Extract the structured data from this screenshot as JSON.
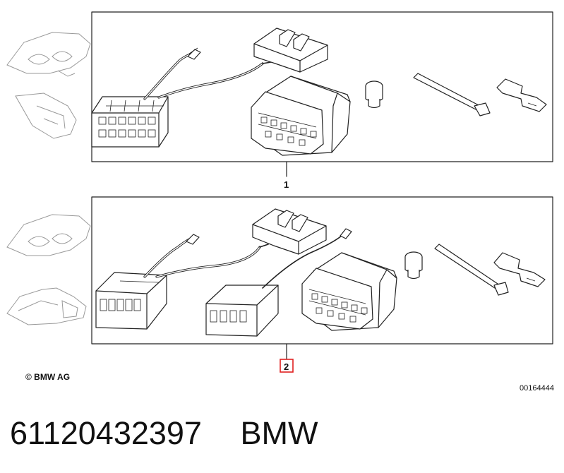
{
  "diagram": {
    "callouts": [
      {
        "label": "1",
        "highlighted": false
      },
      {
        "label": "2",
        "highlighted": true
      }
    ],
    "copyright": "© BMW AG",
    "reference_number": "00164444",
    "highlight_color": "#e02020"
  },
  "caption": {
    "part_number": "61120432397",
    "brand": "BMW"
  }
}
